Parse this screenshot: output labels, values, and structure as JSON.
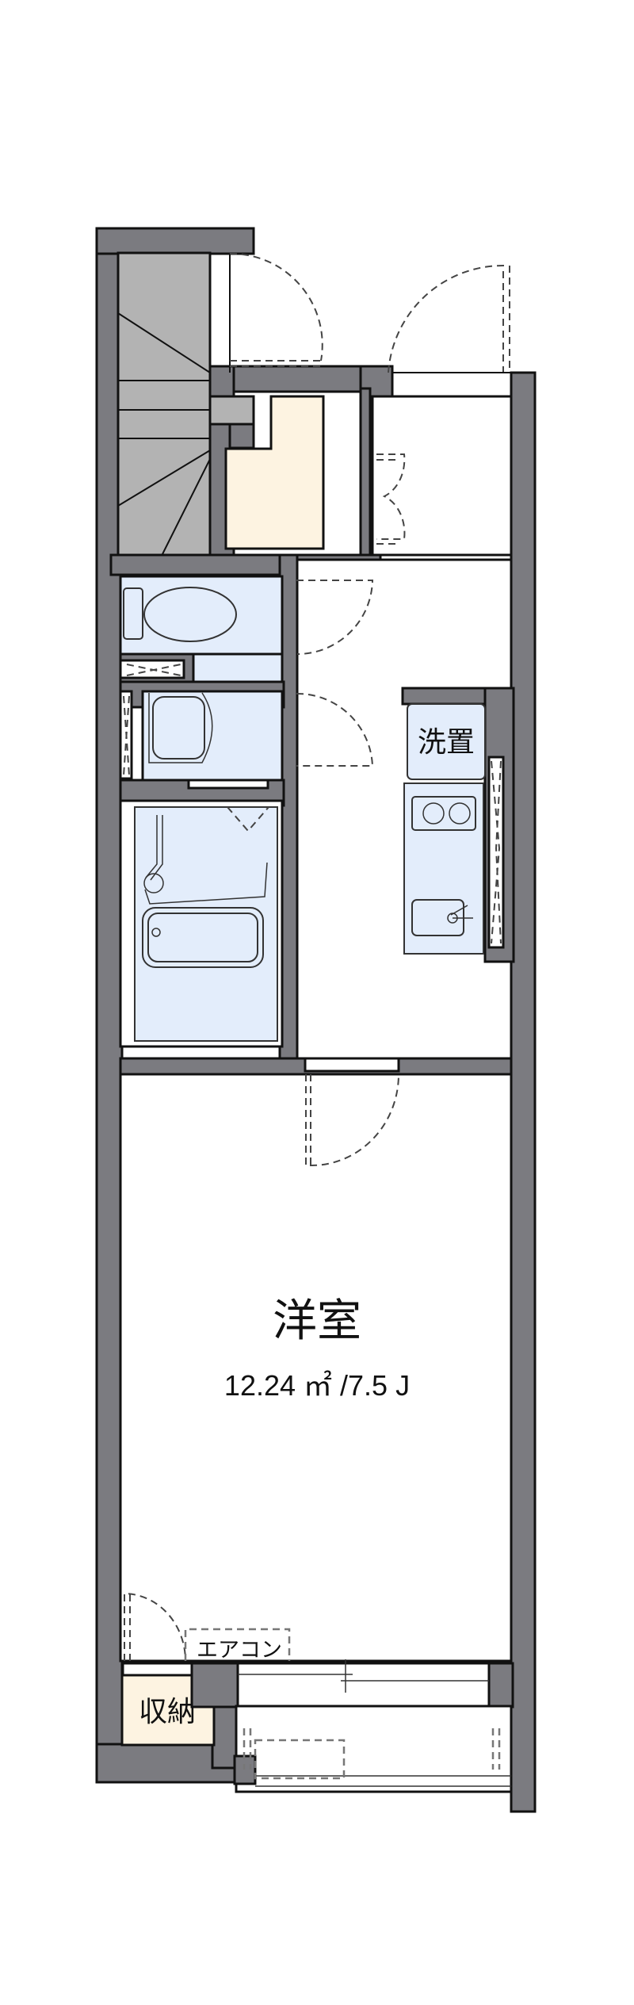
{
  "floor_plan": {
    "type": "1K apartment floor plan",
    "colors": {
      "wall": "#7b7b80",
      "wet_area": "#e3edfb",
      "storage_entry": "#fdf3e1",
      "stairs": "#b3b3b3",
      "background": "#ffffff"
    },
    "rooms": {
      "western_room": {
        "label": "洋室",
        "area": "12.24 ㎡ /7.5 J"
      },
      "laundry": {
        "label": "洗置"
      },
      "storage": {
        "label": "収納"
      },
      "aircon": {
        "label": "エアコン"
      }
    },
    "fixtures": [
      "stairs",
      "entrance",
      "shoe-storage",
      "toilet",
      "washbasin",
      "bathroom",
      "kitchen-stove",
      "kitchen-sink",
      "washing-machine-space",
      "balcony"
    ]
  }
}
